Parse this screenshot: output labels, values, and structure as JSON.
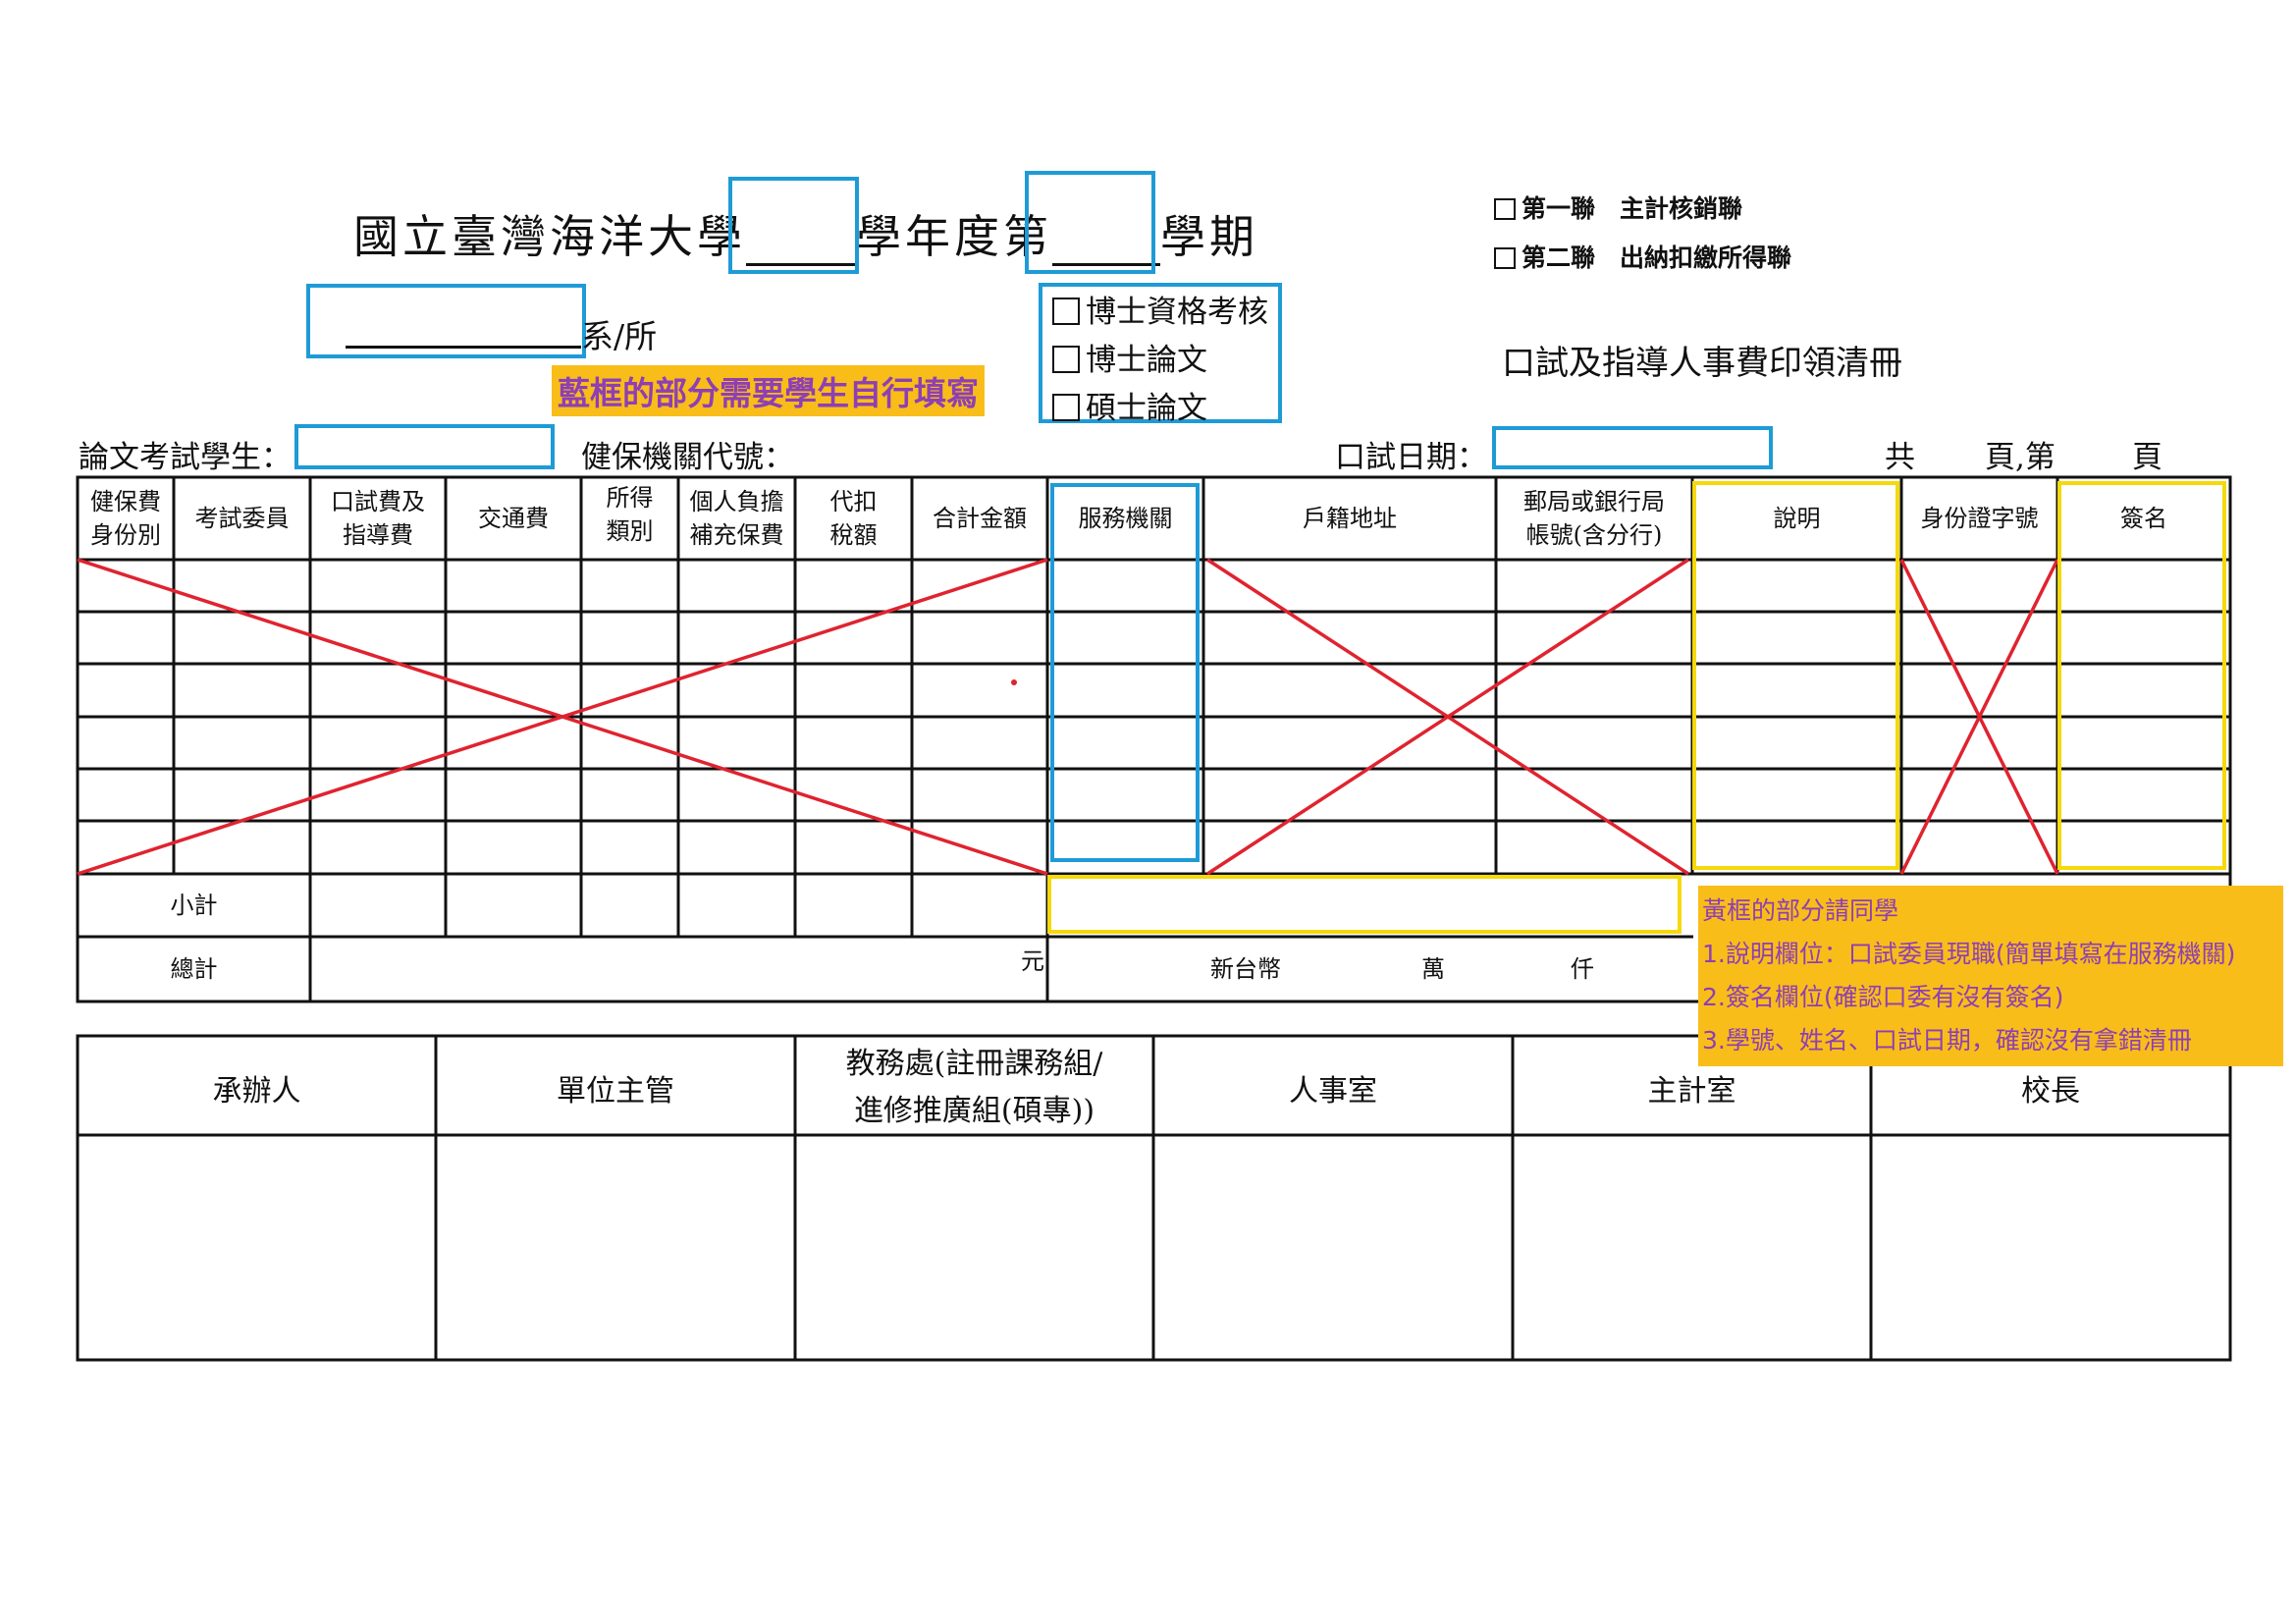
{
  "header": {
    "title_part1": "國立臺灣海洋大學",
    "title_part2": "學年度第",
    "title_part3": "學期",
    "dept_suffix": "系/所",
    "copies": [
      "第一聯　主計核銷聯",
      "第二聯　出納扣繳所得聯"
    ],
    "exam_types": [
      "博士資格考核",
      "博士論文",
      "碩士論文"
    ],
    "form_name": "口試及指導人事費印領清冊",
    "blue_note": "藍框的部分需要學生自行填寫"
  },
  "info_row": {
    "student_label": "論文考試學生：",
    "insurance_label": "健保機關代號：",
    "date_label": "口試日期：",
    "pages_total": "共",
    "pages_mid": "頁,第",
    "pages_end": "頁"
  },
  "table": {
    "headers": [
      [
        "健保費",
        "身份別"
      ],
      [
        "考試委員"
      ],
      [
        "口試費及",
        "指導費"
      ],
      [
        "交通費"
      ],
      [
        "所得",
        "類別"
      ],
      [
        "個人負擔",
        "補充保費"
      ],
      [
        "代扣",
        "稅額"
      ],
      [
        "合計金額"
      ],
      [
        "服務機關"
      ],
      [
        "戶籍地址"
      ],
      [
        "郵局或銀行局",
        "帳號(含分行)"
      ],
      [
        "說明"
      ],
      [
        "身份證字號"
      ],
      [
        "簽名"
      ]
    ],
    "subtotal_label": "小計",
    "total_label": "總計",
    "yuan": "元",
    "currency": "新台幣",
    "wan": "萬",
    "qian": "仟"
  },
  "yellow_note": {
    "title": "黃框的部分請同學",
    "items": [
      "1.說明欄位：口試委員現職(簡單填寫在服務機關)",
      "2.簽名欄位(確認口委有沒有簽名)",
      "3.學號、姓名、口試日期，確認沒有拿錯清冊"
    ]
  },
  "signoff": {
    "columns": [
      [
        "承辦人"
      ],
      [
        "單位主管"
      ],
      [
        "教務處(註冊課務組/",
        "進修推廣組(碩專))"
      ],
      [
        "人事室"
      ],
      [
        "主計室"
      ],
      [
        "校長"
      ]
    ]
  },
  "colors": {
    "blue_frame": "#1e9bd7",
    "yellow_frame": "#f5d90a",
    "red_cross": "#e0232f",
    "note_bg": "#f9bd1a",
    "note_text": "#8e3fb3"
  }
}
